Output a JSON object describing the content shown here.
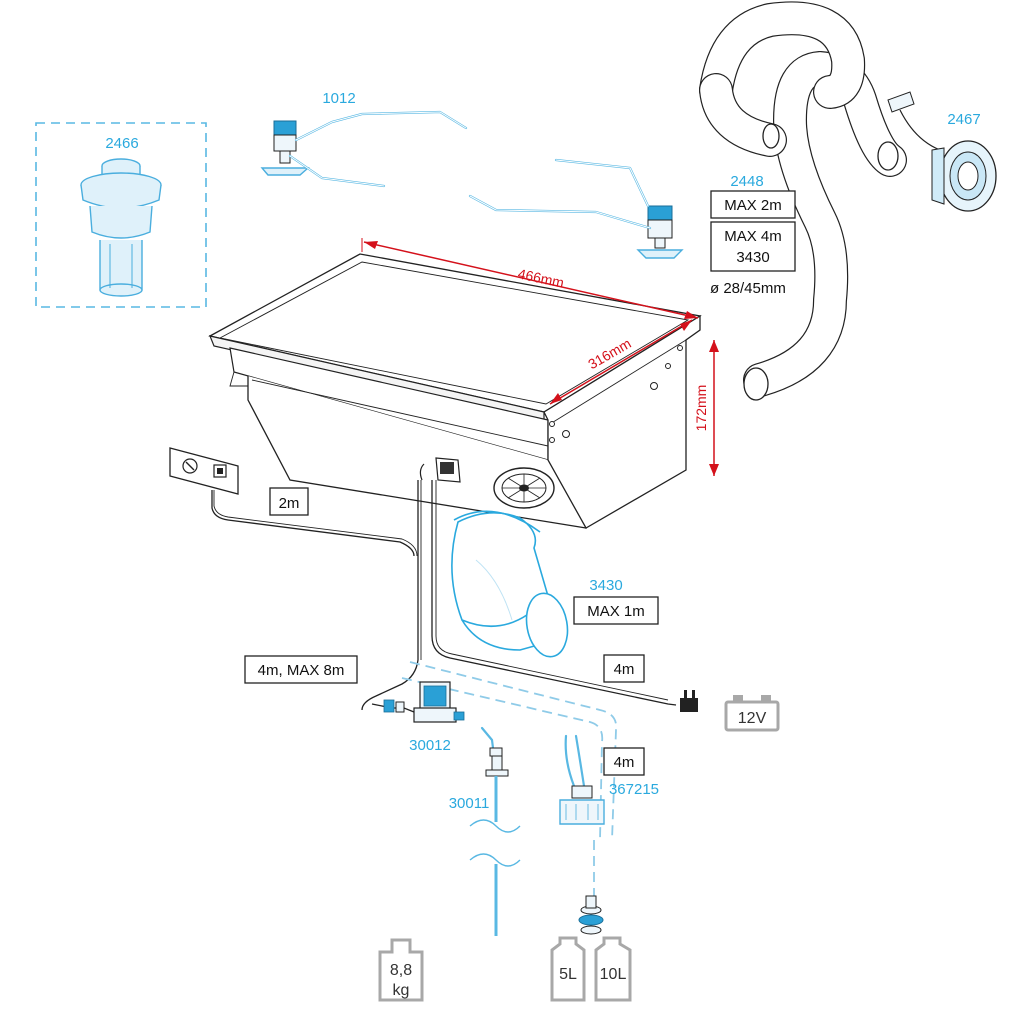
{
  "parts": {
    "p2466": "2466",
    "p1012": "1012",
    "p2467": "2467",
    "p2448": "2448",
    "p3430": "3430",
    "p30012": "30012",
    "p30011": "30011",
    "p367215": "367215"
  },
  "labels": {
    "max2m": "MAX 2m",
    "max4m": "MAX 4m",
    "max4m_sub": "3430",
    "diameter": "ø 28/45mm",
    "cable_2m": "2m",
    "max1m": "MAX 1m",
    "pipe_4m_max8m": "4m, MAX 8m",
    "cable_4m": "4m",
    "fuel_4m": "4m",
    "voltage": "12V"
  },
  "dimensions": {
    "length": "466mm",
    "width": "316mm",
    "height": "172mm"
  },
  "weight": {
    "value": "8,8",
    "unit": "kg"
  },
  "tanks": {
    "small": "5L",
    "large": "10L"
  },
  "colors": {
    "part_number": "#2aa9de",
    "dimension": "#d4111b",
    "tube": "#59b8e3",
    "icon_gray": "#a8a8a8"
  }
}
